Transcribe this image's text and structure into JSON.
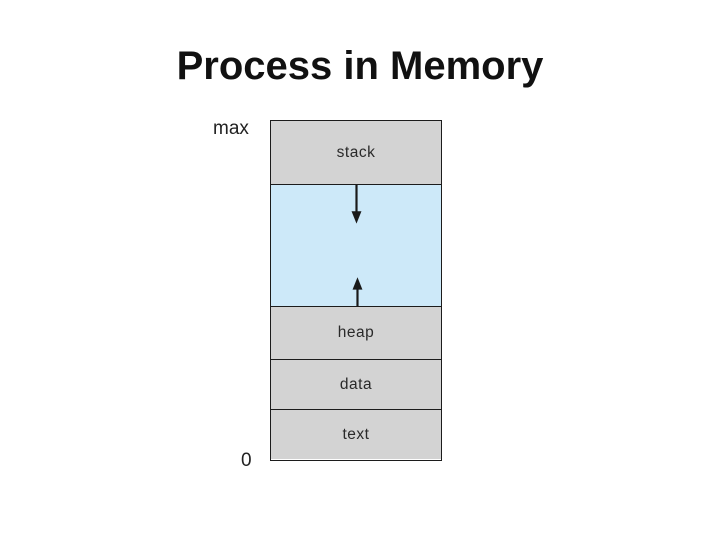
{
  "slide": {
    "title": "Process in Memory"
  },
  "memory_diagram": {
    "max_label": "max",
    "zero_label": "0",
    "segments": [
      {
        "id": "stack",
        "label": "stack"
      },
      {
        "id": "growth-gap",
        "label": ""
      },
      {
        "id": "heap",
        "label": "heap"
      },
      {
        "id": "data",
        "label": "data"
      },
      {
        "id": "text",
        "label": "text"
      }
    ],
    "arrows": [
      {
        "name": "stack-growth-arrow",
        "direction": "down"
      },
      {
        "name": "heap-growth-arrow",
        "direction": "up"
      }
    ],
    "colors": {
      "segment_fill": "#d3d3d3",
      "growth_gap_fill": "#cde9f9",
      "border": "#1c1c1c",
      "label_text": "#2a2a2a",
      "background": "#ffffff"
    }
  }
}
